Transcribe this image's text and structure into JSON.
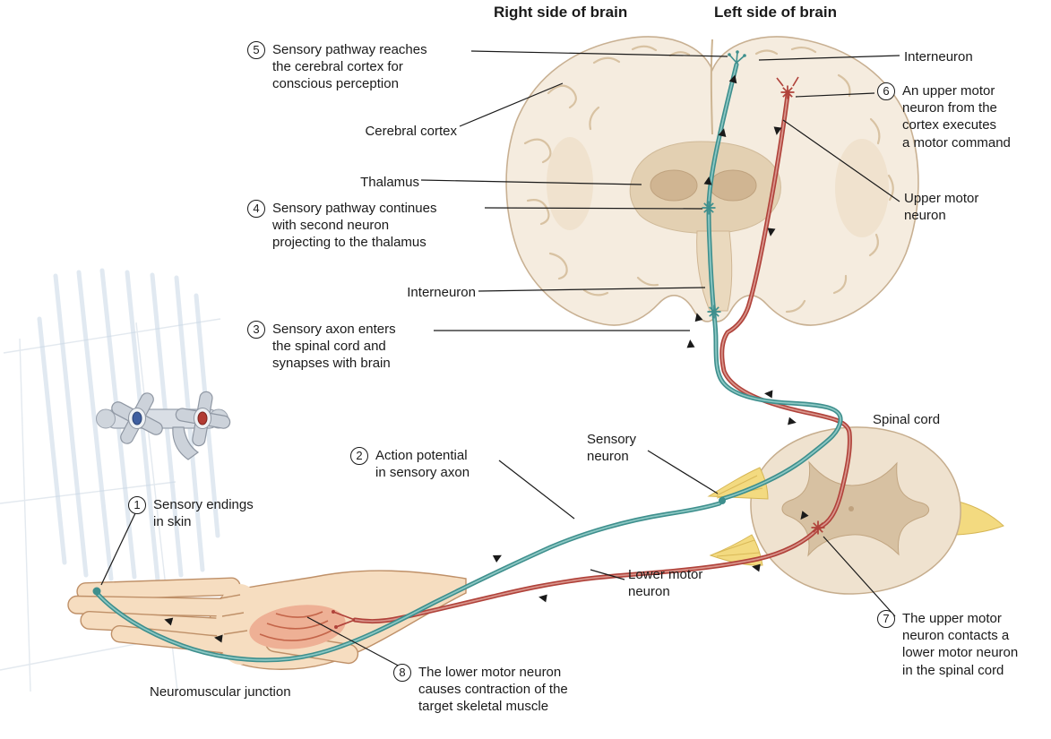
{
  "headers": {
    "right_side": "Right side of brain",
    "left_side": "Left side of brain"
  },
  "steps": [
    {
      "num": "1",
      "text": "Sensory endings\nin skin"
    },
    {
      "num": "2",
      "text": "Action potential\nin sensory axon"
    },
    {
      "num": "3",
      "text": "Sensory axon enters\nthe spinal cord and\nsynapses with brain"
    },
    {
      "num": "4",
      "text": "Sensory pathway continues\nwith second neuron\nprojecting to the thalamus"
    },
    {
      "num": "5",
      "text": "Sensory pathway reaches\nthe cerebral cortex for\nconscious perception"
    },
    {
      "num": "6",
      "text": "An upper motor\nneuron from the\ncortex executes\na motor command"
    },
    {
      "num": "7",
      "text": "The upper motor\nneuron contacts a\nlower motor neuron\nin the spinal cord"
    },
    {
      "num": "8",
      "text": "The  lower motor neuron\ncauses contraction of the\ntarget skeletal muscle"
    }
  ],
  "labels": {
    "interneuron_top": "Interneuron",
    "cerebral_cortex": "Cerebral cortex",
    "thalamus": "Thalamus",
    "interneuron_mid": "Interneuron",
    "upper_motor_neuron": "Upper motor\nneuron",
    "spinal_cord": "Spinal cord",
    "sensory_neuron": "Sensory\nneuron",
    "lower_motor_neuron": "Lower motor\nneuron",
    "neuromuscular_junction": "Neuromuscular junction"
  },
  "colors": {
    "sensory_pathway": "#3E8F8D",
    "sensory_core": "#8CC7C3",
    "motor_pathway": "#B0423A",
    "motor_core": "#D8948B",
    "nerve_root_yellow": "#F3DA80",
    "brain_fill": "#F5ECDF",
    "gray_matter": "#D7C1A2",
    "skin": "#F6DDC0",
    "muscle": "#EEB095",
    "water": "#C9D8E7",
    "cold_handle_blue": "#3F5FA0",
    "hot_handle_red": "#B23B33"
  }
}
